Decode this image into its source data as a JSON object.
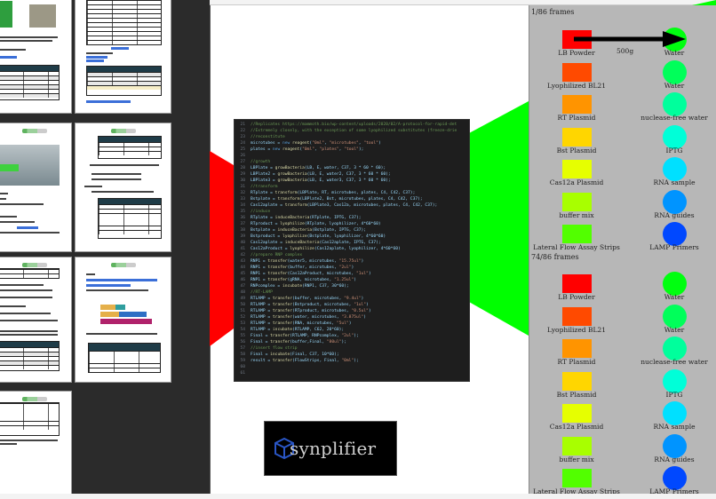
{
  "thumbnails": {
    "pages": [
      {
        "id": "page-1",
        "number": ""
      },
      {
        "id": "page-2",
        "number": ""
      },
      {
        "id": "page-3",
        "number": ""
      },
      {
        "id": "page-4",
        "number": ""
      },
      {
        "id": "page-5",
        "number": ""
      },
      {
        "id": "page-6",
        "number": ""
      },
      {
        "id": "page-7",
        "number": ""
      }
    ]
  },
  "code_editor": {
    "lines": [
      {
        "n": "21",
        "parts": [
          {
            "t": "c",
            "v": "//Replicates https://mammoth.bio/wp-content/uploads/2020/02/A-protocol-for-rapid-det"
          }
        ]
      },
      {
        "n": "22",
        "parts": [
          {
            "t": "c",
            "v": "//Extremely closely, with the exception of some lyophilized substitutes (freeze-drie"
          }
        ]
      },
      {
        "n": "23",
        "parts": [
          {
            "t": "c",
            "v": "//reconstitute"
          }
        ]
      },
      {
        "n": "24",
        "parts": [
          {
            "t": "txt",
            "v": "microtubes = "
          },
          {
            "t": "k",
            "v": "new "
          },
          {
            "t": "f",
            "v": "reagent"
          },
          {
            "t": "txt",
            "v": "("
          },
          {
            "t": "s",
            "v": "\"0ml\""
          },
          {
            "t": "txt",
            "v": ", "
          },
          {
            "t": "s",
            "v": "\"microtubes\""
          },
          {
            "t": "txt",
            "v": ", "
          },
          {
            "t": "s",
            "v": "\"tool\""
          },
          {
            "t": "txt",
            "v": ")"
          }
        ]
      },
      {
        "n": "25",
        "parts": [
          {
            "t": "txt",
            "v": "plates = "
          },
          {
            "t": "k",
            "v": "new "
          },
          {
            "t": "f",
            "v": "reagent"
          },
          {
            "t": "txt",
            "v": "("
          },
          {
            "t": "s",
            "v": "\"0ml\""
          },
          {
            "t": "txt",
            "v": ", "
          },
          {
            "t": "s",
            "v": "\"plates\""
          },
          {
            "t": "txt",
            "v": ", "
          },
          {
            "t": "s",
            "v": "\"tool\""
          },
          {
            "t": "txt",
            "v": ");"
          }
        ]
      },
      {
        "n": "26",
        "parts": []
      },
      {
        "n": "27",
        "parts": [
          {
            "t": "c",
            "v": "//growth"
          }
        ]
      },
      {
        "n": "28",
        "parts": [
          {
            "t": "txt",
            "v": "LBPlate = "
          },
          {
            "t": "f",
            "v": "growBacteria"
          },
          {
            "t": "txt",
            "v": "(LB, E, water, C37, 3 * 60 * 60);"
          }
        ]
      },
      {
        "n": "29",
        "parts": [
          {
            "t": "txt",
            "v": "LBPlate2 = "
          },
          {
            "t": "f",
            "v": "growBacteria"
          },
          {
            "t": "txt",
            "v": "(LB, E, water2, C37, 3 * 60 * 60);"
          }
        ]
      },
      {
        "n": "30",
        "parts": [
          {
            "t": "txt",
            "v": "LBPlate3 = "
          },
          {
            "t": "f",
            "v": "growBacteria"
          },
          {
            "t": "txt",
            "v": "(LB, E, water3, C37, 3 * 60 * 60);"
          }
        ]
      },
      {
        "n": "31",
        "parts": [
          {
            "t": "c",
            "v": "//transform"
          }
        ]
      },
      {
        "n": "32",
        "parts": [
          {
            "t": "txt",
            "v": "RTplate = "
          },
          {
            "t": "f",
            "v": "transform"
          },
          {
            "t": "txt",
            "v": "(LBPlate, RT, microtubes, plates, C4, C42, C37);"
          }
        ]
      },
      {
        "n": "33",
        "parts": [
          {
            "t": "txt",
            "v": "Bstplate = "
          },
          {
            "t": "f",
            "v": "transform"
          },
          {
            "t": "txt",
            "v": "(LBPlate2, Bst, microtubes, plates, C4, C42, C37);"
          }
        ]
      },
      {
        "n": "34",
        "parts": [
          {
            "t": "txt",
            "v": "Cas12aplate = "
          },
          {
            "t": "f",
            "v": "transform"
          },
          {
            "t": "txt",
            "v": "(LBPlate3, Cas12a, microtubes, plates, C4, C42, C37);"
          }
        ]
      },
      {
        "n": "35",
        "parts": [
          {
            "t": "c",
            "v": "//induce"
          }
        ]
      },
      {
        "n": "36",
        "parts": [
          {
            "t": "txt",
            "v": "RTplate = "
          },
          {
            "t": "f",
            "v": "induceBacteria"
          },
          {
            "t": "txt",
            "v": "(RTplate, IPTG, C37);"
          }
        ]
      },
      {
        "n": "37",
        "parts": [
          {
            "t": "txt",
            "v": "RTproduct = "
          },
          {
            "t": "f",
            "v": "lyophilize"
          },
          {
            "t": "txt",
            "v": "(RTplate, lyophilizer, 4*60*60)"
          }
        ]
      },
      {
        "n": "38",
        "parts": [
          {
            "t": "txt",
            "v": "Bstplate = "
          },
          {
            "t": "f",
            "v": "induceBacteria"
          },
          {
            "t": "txt",
            "v": "(Bstplate, IPTG, C37);"
          }
        ]
      },
      {
        "n": "39",
        "parts": [
          {
            "t": "txt",
            "v": "Bstproduct = "
          },
          {
            "t": "f",
            "v": "lyophilize"
          },
          {
            "t": "txt",
            "v": "(Bstplate, lyophilizer, 4*60*60)"
          }
        ]
      },
      {
        "n": "40",
        "parts": [
          {
            "t": "txt",
            "v": "Cas12aplate = "
          },
          {
            "t": "f",
            "v": "induceBacteria"
          },
          {
            "t": "txt",
            "v": "(Cas12aplate, IPTG, C37);"
          }
        ]
      },
      {
        "n": "41",
        "parts": [
          {
            "t": "txt",
            "v": "Cas12aProduct = "
          },
          {
            "t": "f",
            "v": "lyophilize"
          },
          {
            "t": "txt",
            "v": "(Cas12aplate, lyophilizer, 4*60*60)"
          }
        ]
      },
      {
        "n": "42",
        "parts": [
          {
            "t": "c",
            "v": "//prepare RNP complex"
          }
        ]
      },
      {
        "n": "43",
        "parts": [
          {
            "t": "txt",
            "v": "RNP1 = "
          },
          {
            "t": "f",
            "v": "transfer"
          },
          {
            "t": "txt",
            "v": "(water5, microtubes, "
          },
          {
            "t": "s",
            "v": "\"15.75ul\""
          },
          {
            "t": "txt",
            "v": ")"
          }
        ]
      },
      {
        "n": "44",
        "parts": [
          {
            "t": "txt",
            "v": "RNP1 = "
          },
          {
            "t": "f",
            "v": "transfer"
          },
          {
            "t": "txt",
            "v": "(buffer, microtubes, "
          },
          {
            "t": "s",
            "v": "\"2ul\""
          },
          {
            "t": "txt",
            "v": ")"
          }
        ]
      },
      {
        "n": "45",
        "parts": [
          {
            "t": "txt",
            "v": "RNP1 = "
          },
          {
            "t": "f",
            "v": "transfer"
          },
          {
            "t": "txt",
            "v": "(Cas12aProduct, microtubes, "
          },
          {
            "t": "s",
            "v": "\"1ul\""
          },
          {
            "t": "txt",
            "v": ")"
          }
        ]
      },
      {
        "n": "46",
        "parts": [
          {
            "t": "txt",
            "v": "RNP1 = "
          },
          {
            "t": "f",
            "v": "transfer"
          },
          {
            "t": "txt",
            "v": "(gRNA, microtubes, "
          },
          {
            "t": "s",
            "v": "\"1.25ul\""
          },
          {
            "t": "txt",
            "v": ")"
          }
        ]
      },
      {
        "n": "47",
        "parts": [
          {
            "t": "txt",
            "v": "RNPcomplex = "
          },
          {
            "t": "f",
            "v": "incubate"
          },
          {
            "t": "txt",
            "v": "(RNP1, C37, 30*60);"
          }
        ]
      },
      {
        "n": "48",
        "parts": [
          {
            "t": "c",
            "v": "//RT-LAMP"
          }
        ]
      },
      {
        "n": "49",
        "parts": [
          {
            "t": "txt",
            "v": "RTLAMP = "
          },
          {
            "t": "f",
            "v": "transfer"
          },
          {
            "t": "txt",
            "v": "(buffer, microtubes, "
          },
          {
            "t": "s",
            "v": "\"9.4ul\""
          },
          {
            "t": "txt",
            "v": ")"
          }
        ]
      },
      {
        "n": "50",
        "parts": [
          {
            "t": "txt",
            "v": "RTLAMP = "
          },
          {
            "t": "f",
            "v": "transfer"
          },
          {
            "t": "txt",
            "v": "(Bstproduct, microtubes, "
          },
          {
            "t": "s",
            "v": "\"1ul\""
          },
          {
            "t": "txt",
            "v": ")"
          }
        ]
      },
      {
        "n": "51",
        "parts": [
          {
            "t": "txt",
            "v": "RTLAMP = "
          },
          {
            "t": "f",
            "v": "transfer"
          },
          {
            "t": "txt",
            "v": "(RTproduct, microtubes, "
          },
          {
            "t": "s",
            "v": "\"0.5ul\""
          },
          {
            "t": "txt",
            "v": ")"
          }
        ]
      },
      {
        "n": "52",
        "parts": [
          {
            "t": "txt",
            "v": "RTLAMP = "
          },
          {
            "t": "f",
            "v": "transfer"
          },
          {
            "t": "txt",
            "v": "(water, microtubes, "
          },
          {
            "t": "s",
            "v": "\"3.875ul\""
          },
          {
            "t": "txt",
            "v": ")"
          }
        ]
      },
      {
        "n": "53",
        "parts": [
          {
            "t": "txt",
            "v": "RTLAMP = "
          },
          {
            "t": "f",
            "v": "transfer"
          },
          {
            "t": "txt",
            "v": "(RNA, microtubes, "
          },
          {
            "t": "s",
            "v": "\"5ul\""
          },
          {
            "t": "txt",
            "v": ")"
          }
        ]
      },
      {
        "n": "54",
        "parts": [
          {
            "t": "txt",
            "v": "RTLAMP = "
          },
          {
            "t": "f",
            "v": "incubate"
          },
          {
            "t": "txt",
            "v": "(RTLAMP, C62, 20*60);"
          }
        ]
      },
      {
        "n": "55",
        "parts": [
          {
            "t": "txt",
            "v": "Final = "
          },
          {
            "t": "f",
            "v": "transfer"
          },
          {
            "t": "txt",
            "v": "(RTLAMP, RNPcomplex, "
          },
          {
            "t": "s",
            "v": "\"2ul\""
          },
          {
            "t": "txt",
            "v": ");"
          }
        ]
      },
      {
        "n": "56",
        "parts": [
          {
            "t": "txt",
            "v": "Final = "
          },
          {
            "t": "f",
            "v": "transfer"
          },
          {
            "t": "txt",
            "v": "(buffer,Final, "
          },
          {
            "t": "s",
            "v": "\"80ul\""
          },
          {
            "t": "txt",
            "v": ");"
          }
        ]
      },
      {
        "n": "57",
        "parts": [
          {
            "t": "c",
            "v": "//insert flow strip"
          }
        ]
      },
      {
        "n": "58",
        "parts": [
          {
            "t": "txt",
            "v": "Final = "
          },
          {
            "t": "f",
            "v": "incubate"
          },
          {
            "t": "txt",
            "v": "(Final, C37, 10*60);"
          }
        ]
      },
      {
        "n": "59",
        "parts": [
          {
            "t": "txt",
            "v": "result = "
          },
          {
            "t": "f",
            "v": "transfer"
          },
          {
            "t": "txt",
            "v": "(FlowStrips, Final, "
          },
          {
            "t": "s",
            "v": "\"0ml\""
          },
          {
            "t": "txt",
            "v": ");"
          }
        ]
      },
      {
        "n": "60",
        "parts": []
      },
      {
        "n": "61",
        "parts": []
      }
    ]
  },
  "logo": {
    "text": "synplifier",
    "icon": "cube-icon",
    "icon_color": "#2a56c6"
  },
  "frames": [
    {
      "label": "1/86 frames",
      "arrow_label": "500g",
      "reagents": [
        {
          "name": "LB Powder",
          "color": "#ff0000"
        },
        {
          "name": "Lyophilized BL21",
          "color": "#ff4a00"
        },
        {
          "name": "RT Plasmid",
          "color": "#ff9400"
        },
        {
          "name": "Bst Plasmid",
          "color": "#ffd600"
        },
        {
          "name": "Cas12a Plasmid",
          "color": "#e6ff00"
        },
        {
          "name": "buffer mix",
          "color": "#a8ff00"
        },
        {
          "name": "Lateral Flow Assay Strips",
          "color": "#52ff00"
        }
      ],
      "targets": [
        {
          "name": "Water",
          "color": "#00ff10"
        },
        {
          "name": "Water",
          "color": "#00ff5a"
        },
        {
          "name": "nuclease-free water",
          "color": "#00ff9c"
        },
        {
          "name": "IPTG",
          "color": "#00ffd8"
        },
        {
          "name": "RNA sample",
          "color": "#00e0ff"
        },
        {
          "name": "RNA guides",
          "color": "#0094ff"
        },
        {
          "name": "LAMP Primers",
          "color": "#0048ff"
        }
      ]
    },
    {
      "label": "74/86 frames",
      "reagents": [
        {
          "name": "LB Powder",
          "color": "#ff0000"
        },
        {
          "name": "Lyophilized BL21",
          "color": "#ff4a00"
        },
        {
          "name": "RT Plasmid",
          "color": "#ff9400"
        },
        {
          "name": "Bst Plasmid",
          "color": "#ffd600"
        },
        {
          "name": "Cas12a Plasmid",
          "color": "#e6ff00"
        },
        {
          "name": "buffer mix",
          "color": "#a8ff00"
        },
        {
          "name": "Lateral Flow Assay Strips",
          "color": "#52ff00"
        }
      ],
      "targets": [
        {
          "name": "Water",
          "color": "#00ff10"
        },
        {
          "name": "Water",
          "color": "#00ff5a"
        },
        {
          "name": "nuclease-free water",
          "color": "#00ff9c"
        },
        {
          "name": "IPTG",
          "color": "#00ffd8"
        },
        {
          "name": "RNA sample",
          "color": "#00e0ff"
        },
        {
          "name": "RNA guides",
          "color": "#0094ff"
        },
        {
          "name": "LAMP Primers",
          "color": "#0048ff"
        }
      ]
    }
  ],
  "colors": {
    "red_funnel": "#ff0000",
    "green_funnel": "#00ff00",
    "frames_bg": "#b7b7b7",
    "editor_bg": "#1e1e1e"
  }
}
